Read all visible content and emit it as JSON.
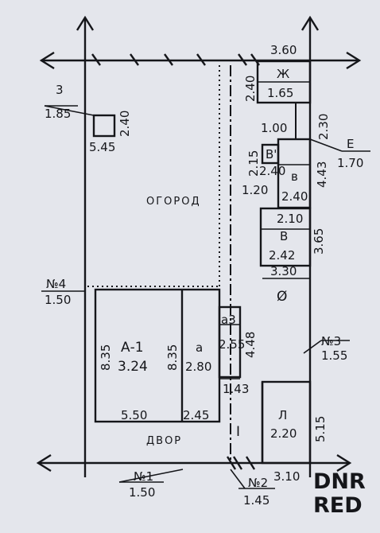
{
  "plan": {
    "labels": {
      "garden": "ОГОРОД",
      "yard": "ДВОР",
      "sym_diameter": "Ø",
      "gate_I": "I",
      "zh": "Ж",
      "e": "Е",
      "v_prime": "В'",
      "v_small": "в",
      "v": "В",
      "a1": "А-1",
      "a_small": "а",
      "a3": "а3",
      "l": "Л",
      "n1": "№1",
      "n2": "№2",
      "n3": "№3",
      "n4": "№4",
      "n3_top": "3"
    },
    "dims": {
      "d360": "3.60",
      "d240a": "2.40",
      "d165": "1.65",
      "d230": "2.30",
      "d100": "1.00",
      "d443": "4.43",
      "d170": "1.70",
      "d215": "2.15",
      "d240b": "2.40",
      "d120": "1.20",
      "d240c": "2.40",
      "d210": "2.10",
      "d365": "3.65",
      "d242": "2.42",
      "d330": "3.30",
      "d185": "1.85",
      "d545": "5.45",
      "d240d": "2.40",
      "d150a": "1.50",
      "d835a": "8.35",
      "d324": "3.24",
      "d835b": "8.35",
      "d280": "2.80",
      "d255": "2.55",
      "d448": "4.48",
      "d155": "1.55",
      "d143": "1.43",
      "d550": "5.50",
      "d245": "2.45",
      "d220": "2.20",
      "d515": "5.15",
      "d310": "3.10",
      "d150b": "1.50",
      "d145": "1.45"
    },
    "watermark": {
      "line1": "DNR",
      "line2": "RED"
    }
  }
}
